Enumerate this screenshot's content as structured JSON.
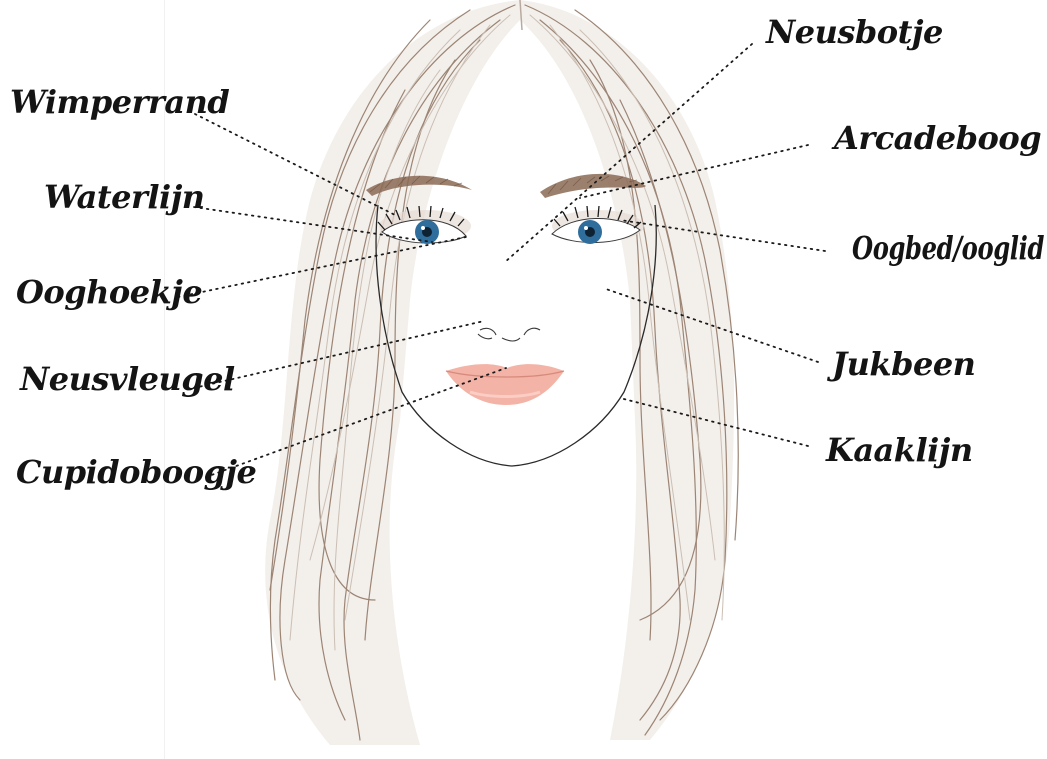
{
  "brand_mark": "",
  "labels": {
    "wimperrand": "Wimperrand",
    "waterlijn": "Waterlijn",
    "ooghoekje": "Ooghoekje",
    "neusvleugel": "Neusvleugel",
    "cupidoboogje": "Cupidoboogje",
    "neusbotje": "Neusbotje",
    "arcadeboog": "Arcadeboog",
    "oogbed": "Oogbed/ooglid",
    "jukbeen": "Jukbeen",
    "kaaklijn": "Kaaklijn"
  },
  "colors": {
    "text": "#141414",
    "hair_light": "#d8cfc6",
    "hair_dark": "#8a7565",
    "face_outline": "#2a2a2a",
    "iris": "#2f6d9c",
    "lips": "#f3b3a6",
    "brow": "#8a6a55",
    "brand": "#e6007e"
  }
}
